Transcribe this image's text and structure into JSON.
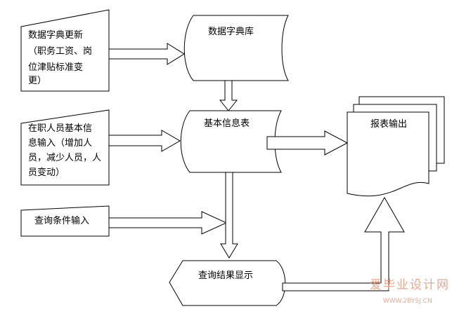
{
  "nodes": {
    "dict_update": {
      "lines": [
        "数据字典更新",
        "（职务工资、岗",
        "位津贴标准变",
        "更）"
      ]
    },
    "dict_store": {
      "label": "数据字典库"
    },
    "staff_input": {
      "lines": [
        "在职人员基本信",
        "息输入（增加人",
        "员，减少人员，人",
        "员变动）"
      ]
    },
    "basic_info": {
      "label": "基本信息表"
    },
    "report_output": {
      "label": "报表输出"
    },
    "query_input": {
      "label": "查询条件输入"
    },
    "query_display": {
      "label": "查询结果显示"
    }
  },
  "watermark": {
    "text": "爱毕业设计网",
    "url": "WWW.2BYSJ.CN"
  }
}
